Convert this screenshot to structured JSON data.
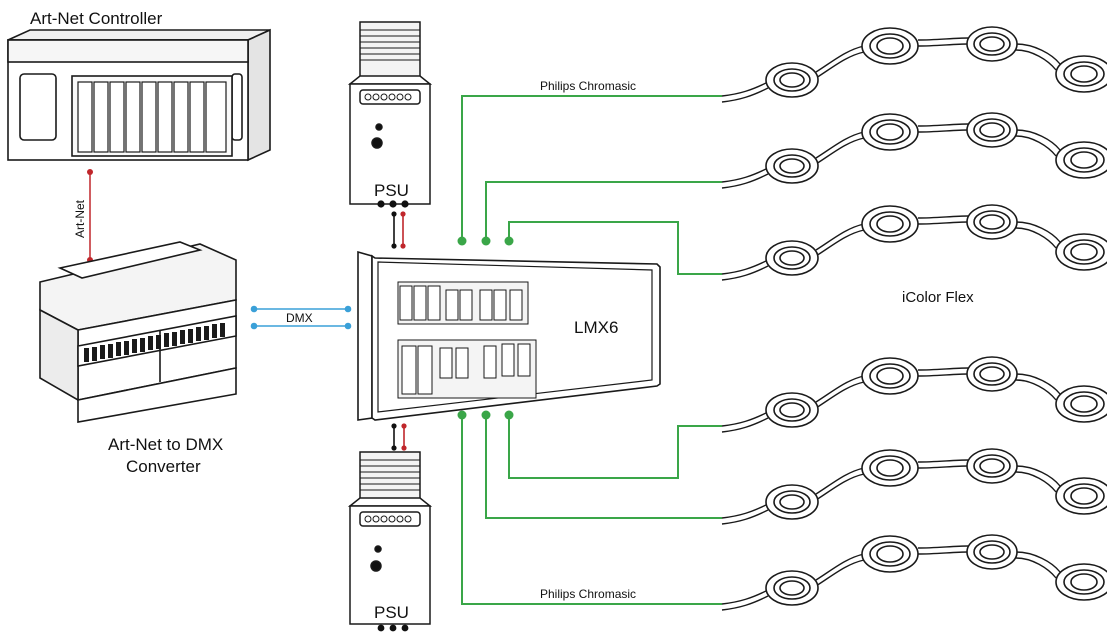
{
  "labels": {
    "controller": "Art-Net Controller",
    "artnet_link": "Art-Net",
    "converter_line1": "Art-Net to DMX",
    "converter_line2": "Converter",
    "dmx": "DMX",
    "psu_top": "PSU",
    "psu_bottom": "PSU",
    "lmx": "LMX6",
    "chromasic_top": "Philips Chromasic",
    "chromasic_bottom": "Philips Chromasic",
    "icolor": "iColor Flex"
  },
  "colors": {
    "outline": "#1a1a1a",
    "artnet_line": "#c0262b",
    "dmx_line": "#3aa0d8",
    "chromasic_line": "#3aa648",
    "power_red": "#c0262b",
    "power_black": "#111111"
  }
}
